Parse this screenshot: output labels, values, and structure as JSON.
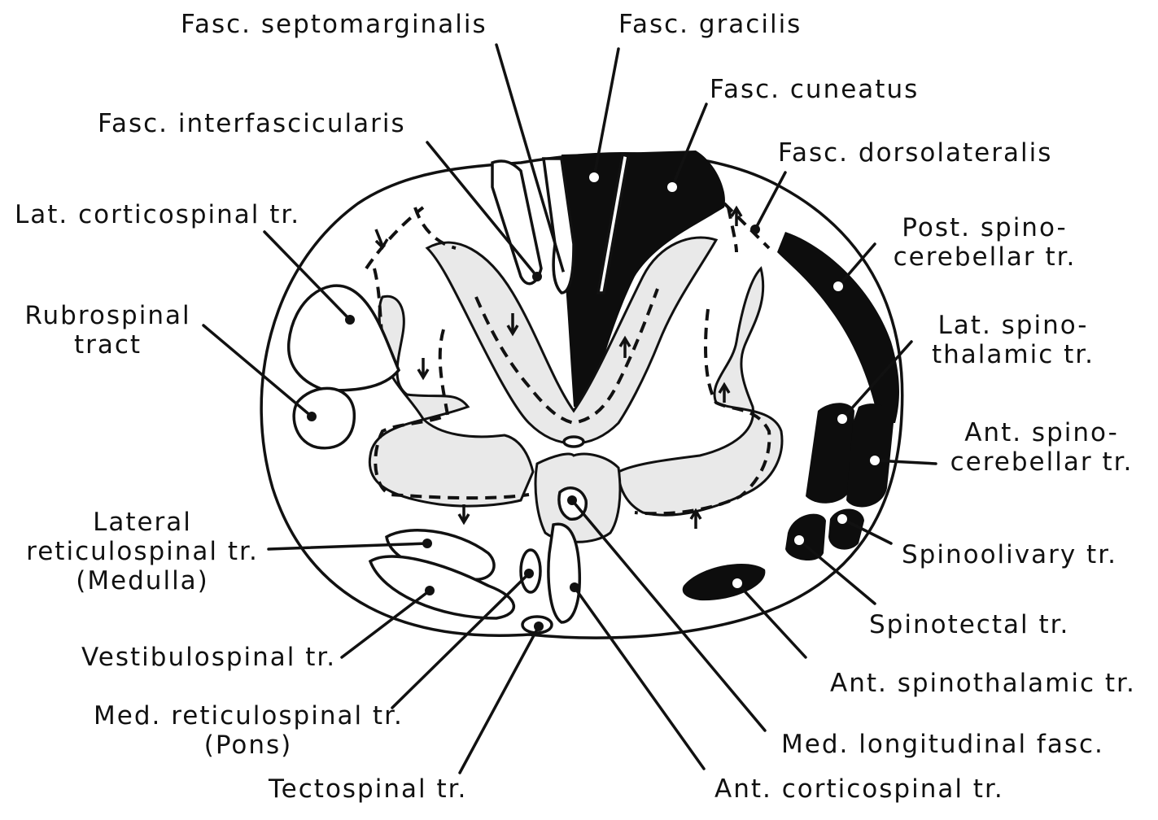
{
  "labels": {
    "fasc_septomarginalis": "Fasc. septomarginalis",
    "fasc_gracilis": "Fasc. gracilis",
    "fasc_cuneatus": "Fasc. cuneatus",
    "fasc_interfascicularis": "Fasc. interfascicularis",
    "fasc_dorsolateralis": "Fasc. dorsolateralis",
    "lat_corticospinal": "Lat. corticospinal tr.",
    "post_spinocerebellar": "Post. spino-\ncerebellar tr.",
    "rubrospinal": "Rubrospinal\ntract",
    "lat_spinothalamic": "Lat. spino-\nthalamic tr.",
    "ant_spinocerebellar": "Ant. spino-\ncerebellar tr.",
    "lateral_reticulospinal": "Lateral\nreticulospinal tr.\n(Medulla)",
    "spinoolivary": "Spinoolivary tr.",
    "spinotectal": "Spinotectal tr.",
    "vestibulospinal": "Vestibulospinal tr.",
    "ant_spinothalamic": "Ant. spinothalamic tr.",
    "med_reticulospinal": "Med. reticulospinal tr.\n(Pons)",
    "med_longitudinal": "Med. longitudinal fasc.",
    "tectospinal": "Tectospinal tr.",
    "ant_corticospinal": "Ant. corticospinal tr."
  },
  "colors": {
    "ink": "#111111",
    "shading": "#e9e9e9"
  }
}
